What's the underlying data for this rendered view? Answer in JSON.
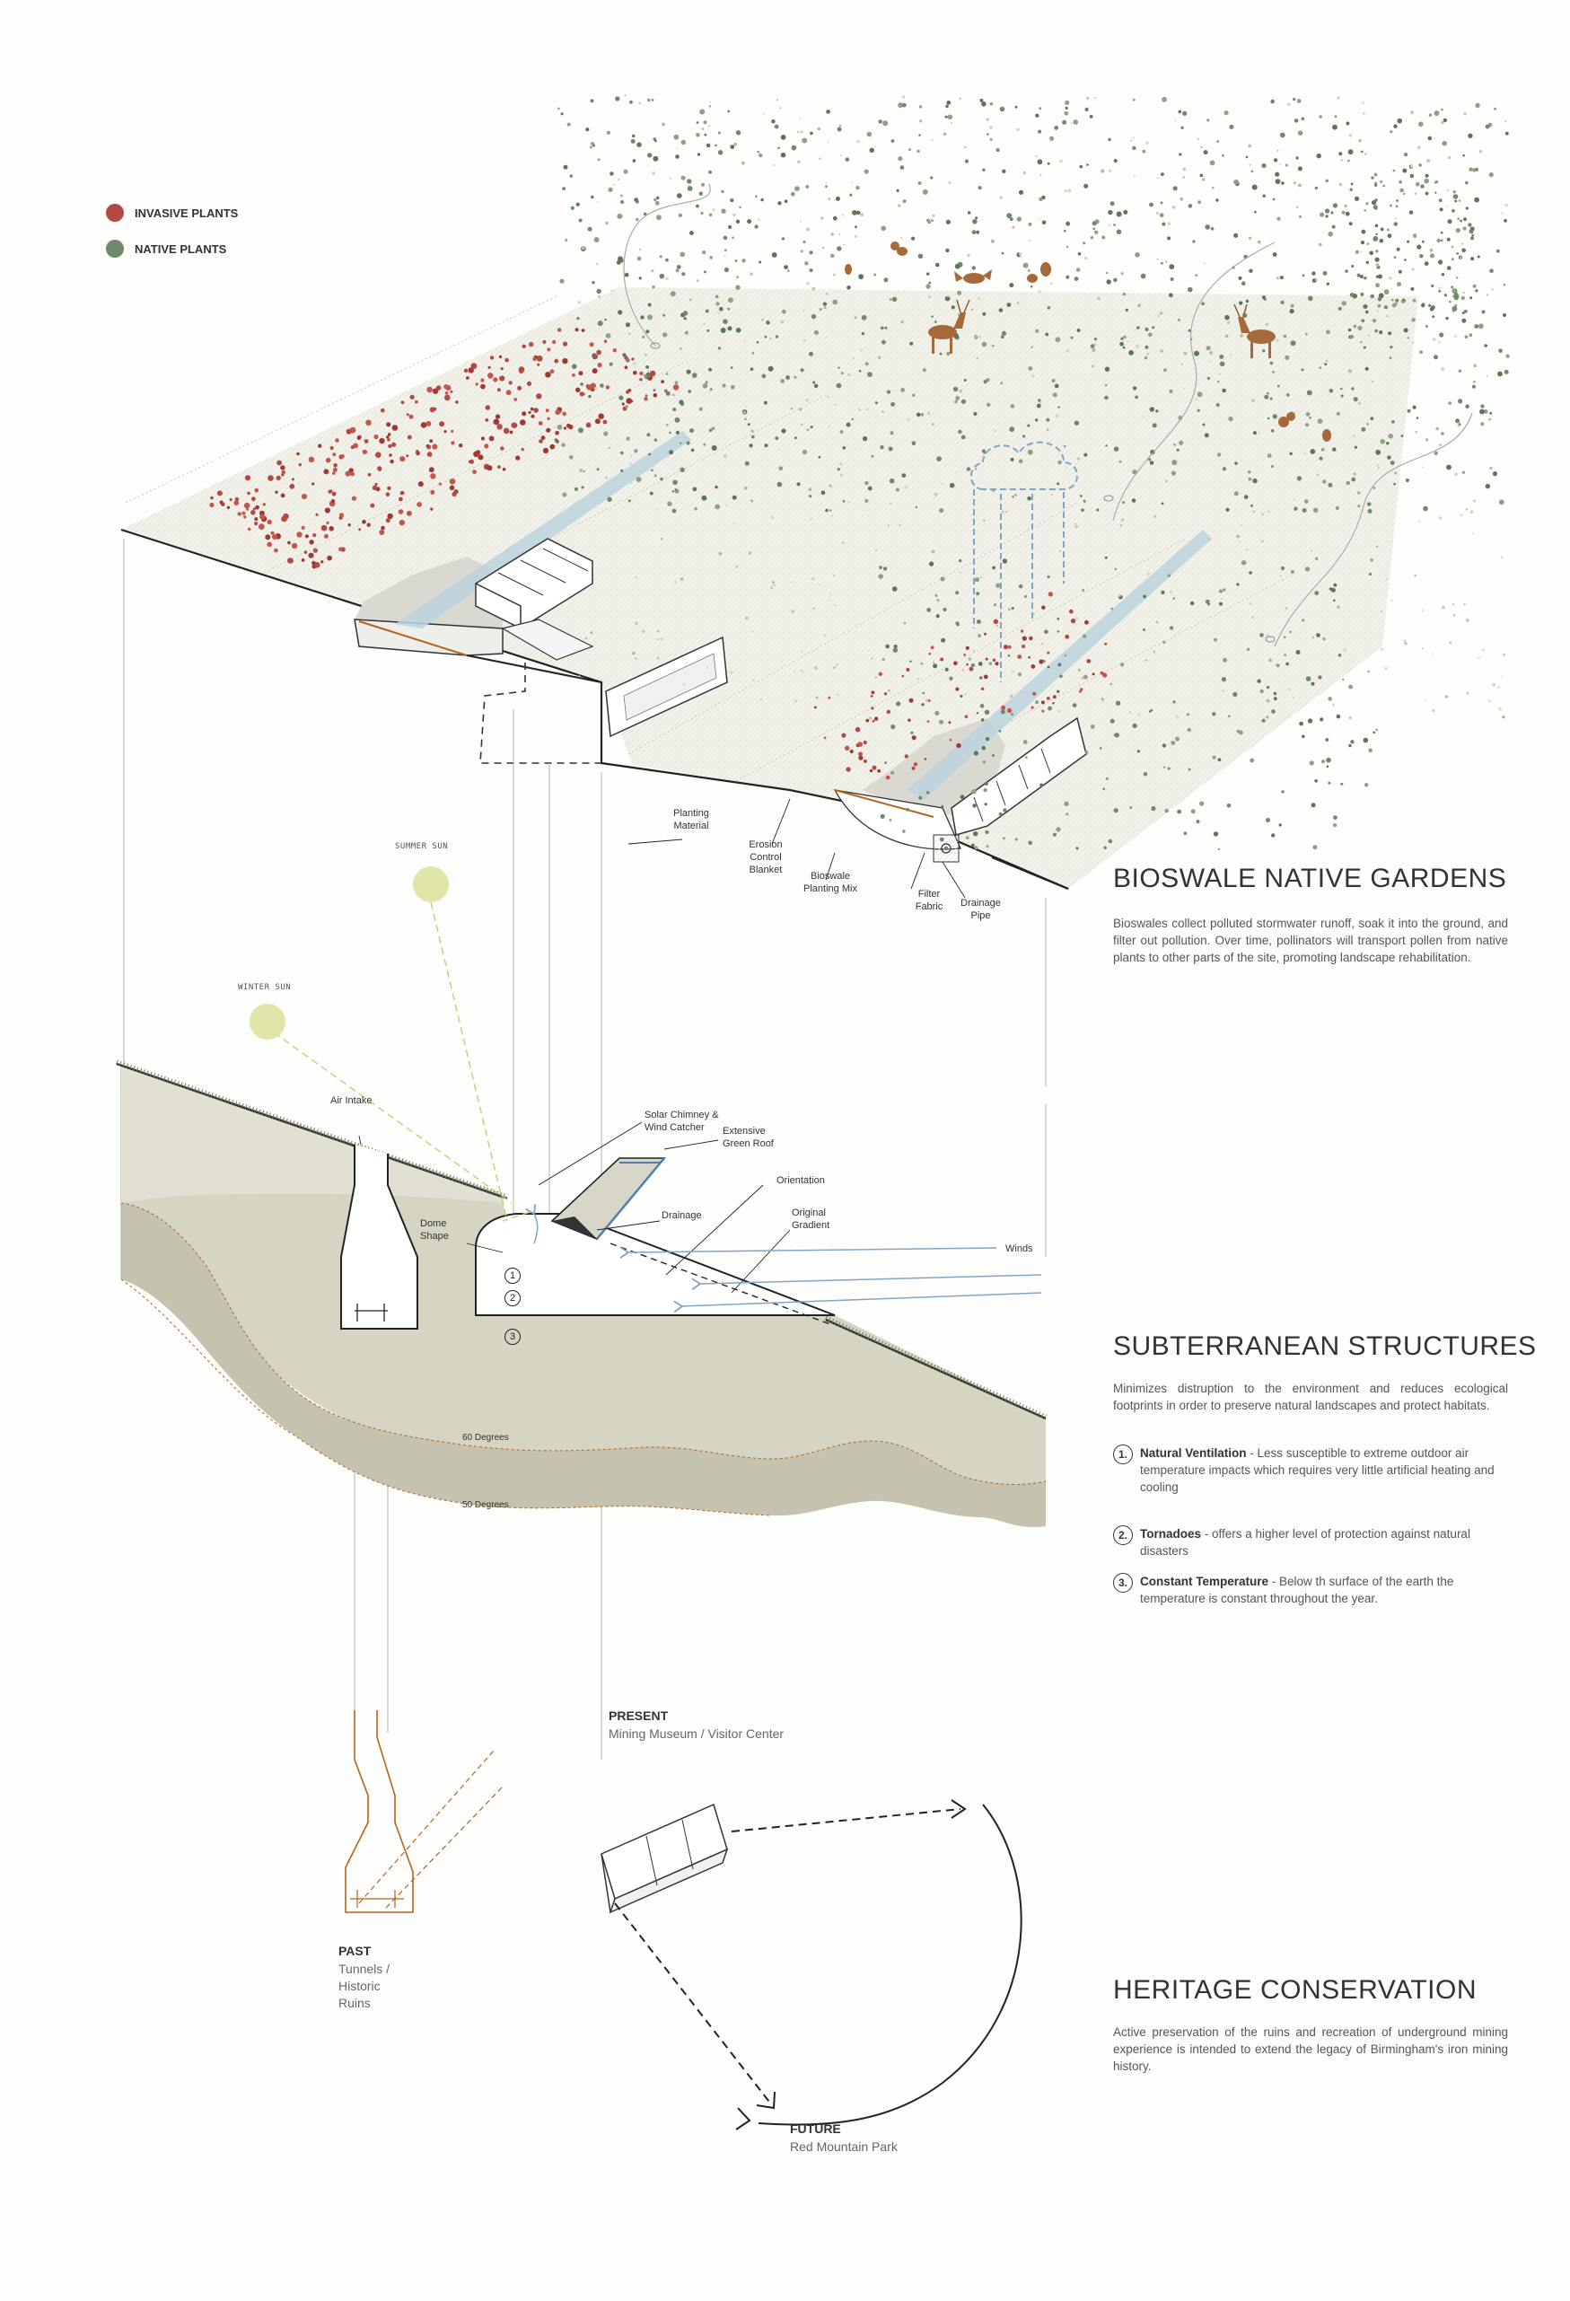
{
  "legend": {
    "invasive": {
      "label": "INVASIVE PLANTS",
      "color": "#b24a43"
    },
    "native": {
      "label": "NATIVE PLANTS",
      "color": "#6f8a6a"
    }
  },
  "bioswale": {
    "labels": {
      "planting_material": "Planting Material",
      "erosion_control": "Erosion Control Blanket",
      "bioswale_mix": "Bioswale Planting Mix",
      "filter_fabric": "Filter Fabric",
      "drainage_pipe": "Drainage Pipe"
    },
    "heading": "BIOSWALE NATIVE GARDENS",
    "text": "Bioswales collect polluted stormwater runoff, soak it into the ground, and filter out pollution. Over time, pollinators will transport pollen from native plants to other parts of the site, promoting landscape rehabilitation."
  },
  "section": {
    "summer_sun": "SUMMER SUN",
    "winter_sun": "WINTER SUN",
    "air_intake": "Air Intake",
    "dome_shape": "Dome Shape",
    "solar_chimney": "Solar Chimney & Wind Catcher",
    "green_roof": "Extensive Green Roof",
    "orientation": "Orientation",
    "drainage": "Drainage",
    "original_gradient": "Original Gradient",
    "winds": "Winds",
    "deg60": "60 Degrees",
    "deg50": "50 Degrees",
    "markers": [
      "1",
      "2",
      "3"
    ]
  },
  "subterranean": {
    "heading": "SUBTERRANEAN STRUCTURES",
    "text": "Minimizes distruption to the environment and reduces ecological footprints in order to preserve natural landscapes and protect habitats.",
    "items": [
      {
        "num": "1.",
        "title": "Natural Ventilation",
        "text": " - Less susceptible to extreme outdoor air temperature impacts which requires very little artificial heating and cooling"
      },
      {
        "num": "2.",
        "title": "Tornadoes",
        "text": " - offers a higher level of protection against natural disasters"
      },
      {
        "num": "3.",
        "title": "Constant Temperature",
        "text": " - Below th surface of the earth the temperature is constant throughout the year."
      }
    ]
  },
  "timeline": {
    "present_title": "PRESENT",
    "present_sub": "Mining Museum / Visitor Center",
    "past_title": "PAST",
    "past_sub": "Tunnels / Historic Ruins",
    "future_title": "FUTURE",
    "future_sub": "Red Mountain Park"
  },
  "heritage": {
    "heading": "HERITAGE CONSERVATION",
    "text": "Active preservation of the ruins and recreation of underground mining experience is intended to extend the legacy of Birmingham's iron mining history."
  }
}
